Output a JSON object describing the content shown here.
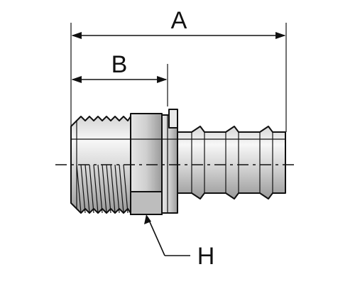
{
  "labels": {
    "dimension_a": "A",
    "dimension_b": "B",
    "callout_h": "H"
  },
  "colors": {
    "line": "#111111",
    "metal_light": "#f2f2f2",
    "metal_mid": "#c9c9c9",
    "metal_dark": "#8c8c8c",
    "background": "#ffffff"
  }
}
